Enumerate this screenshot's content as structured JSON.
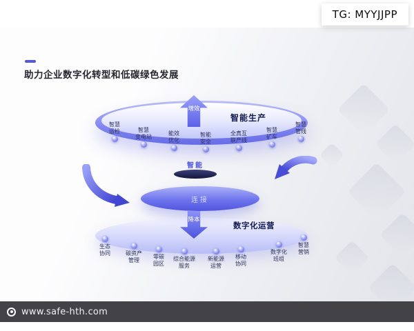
{
  "badge": {
    "label": "TG: MYYJJPP"
  },
  "footer": {
    "icon_name": "camera-icon",
    "url": "www.safe-hth.com"
  },
  "slide": {
    "title": "助力企业数字化转型和低碳绿色发展",
    "accent_color": "#5157de",
    "diagram": {
      "gain_arrow_label": "增效",
      "cost_arrow_label": "降本",
      "smart_label": "智能",
      "connect_label": "连接",
      "top_layer_label": "智能生产",
      "bottom_layer_label": "数字化运营",
      "top_nodes": [
        {
          "label": "智慧\n运检"
        },
        {
          "label": "智慧\n变电站"
        },
        {
          "label": "能效\n优化"
        },
        {
          "label": "智能\n安全"
        },
        {
          "label": "全真互\n联产线"
        },
        {
          "label": "智慧\n矿车"
        },
        {
          "label": "智慧\n管线"
        }
      ],
      "bottom_nodes": [
        {
          "label": "生态\n协同"
        },
        {
          "label": "碳资产\n管理"
        },
        {
          "label": "零碳\n园区"
        },
        {
          "label": "综合能源\n服务"
        },
        {
          "label": "新能源\n运营"
        },
        {
          "label": "移动\n协同"
        },
        {
          "label": "数字化\n班组"
        },
        {
          "label": "智慧\n营销"
        }
      ]
    }
  }
}
